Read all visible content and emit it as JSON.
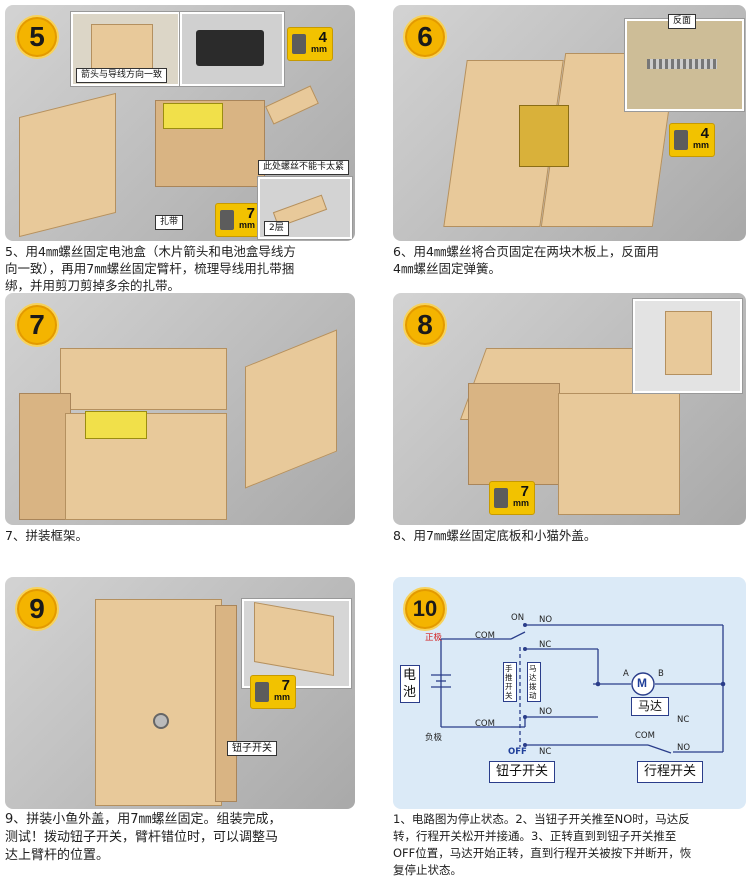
{
  "steps": [
    {
      "number": "5",
      "caption_lines": [
        "5、用4㎜螺丝固定电池盒（木片箭头和电池盒导线方",
        "向一致），再用7㎜螺丝固定臂杆，梳理导线用扎带捆",
        "绑，并用剪刀剪掉多余的扎带。"
      ],
      "tags": {
        "arrow_align": "箭头与导线方向一致",
        "no_tight": "此处螺丝不能卡太紧",
        "cable_tie": "扎带",
        "two_layers": "2层"
      },
      "screws": [
        {
          "num": "4",
          "unit": "mm"
        },
        {
          "num": "7",
          "unit": "mm"
        }
      ]
    },
    {
      "number": "6",
      "caption_lines": [
        "6、用4㎜螺丝将合页固定在两块木板上，反面用",
        "4㎜螺丝固定弹簧。"
      ],
      "tags": {
        "reverse": "反面"
      },
      "screws": [
        {
          "num": "4",
          "unit": "mm"
        }
      ]
    },
    {
      "number": "7",
      "caption_lines": [
        "7、拼装框架。"
      ]
    },
    {
      "number": "8",
      "caption_lines": [
        "8、用7㎜螺丝固定底板和小猫外盖。"
      ],
      "screws": [
        {
          "num": "7",
          "unit": "mm"
        }
      ]
    },
    {
      "number": "9",
      "caption_lines": [
        "9、拼装小鱼外盖，用7㎜螺丝固定。组装完成，",
        "测试！拨动钮子开关，臂杆错位时，可以调整马",
        "达上臂杆的位置。"
      ],
      "tags": {
        "toggle_switch": "钮子开关"
      },
      "screws": [
        {
          "num": "7",
          "unit": "mm"
        }
      ]
    },
    {
      "number": "10",
      "caption_lines": [
        "1、电路图为停止状态。2、当钮子开关推至NO时，马达反",
        "转，行程开关松开并接通。3、正转直到到钮子开关推至",
        "OFF位置，马达开始正转，直到行程开关被按下并断开，恢",
        "复停止状态。"
      ]
    }
  ],
  "circuit": {
    "battery": "电池",
    "positive": "正极",
    "negative": "负极",
    "on": "ON",
    "off": "OFF",
    "no": "NO",
    "nc": "NC",
    "com": "COM",
    "push_toggle": "手推开关",
    "motor_drive": "马达拨动",
    "motor_letter": "M",
    "motor_label": "马达",
    "a": "A",
    "b": "B",
    "toggle_switch_label": "钮子开关",
    "limit_switch_label": "行程开关"
  },
  "colors": {
    "step_badge": "#f4b400",
    "diagram_bg": "#dbeaf7",
    "wire": "#2a3d8a",
    "positive_text": "#d22020"
  }
}
